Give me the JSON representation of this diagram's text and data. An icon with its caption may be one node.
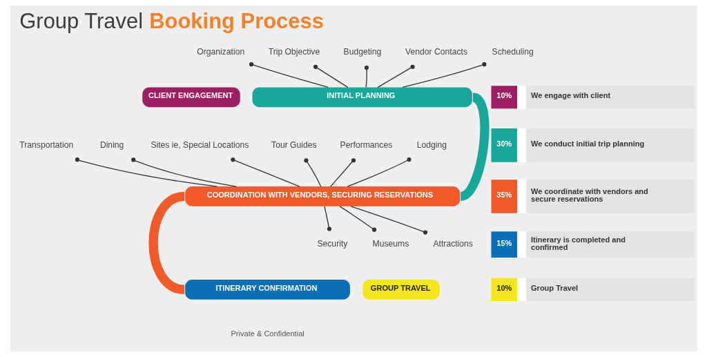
{
  "diagram": {
    "title": "Group Travel **Booking Process**",
    "nodes": [
      {
        "text": [
          "Organization"
        ]
      },
      {
        "text": [
          "Trip Objective"
        ]
      },
      {
        "text": [
          "Budgeting"
        ]
      },
      {
        "text": [
          "Vendor Contacts"
        ]
      },
      {
        "text": [
          "Scheduling"
        ]
      },
      {
        "text": [
          "CLIENT ENGAGEMENT"
        ]
      },
      {
        "text": [
          "INITIAL PLANNING"
        ]
      },
      {
        "text": [
          "Transportation"
        ]
      },
      {
        "text": [
          "Dining"
        ]
      },
      {
        "text": [
          "Sites ie, Special Locations"
        ]
      },
      {
        "text": [
          "Tour Guides"
        ]
      },
      {
        "text": [
          "Performances"
        ]
      },
      {
        "text": [
          "Lodging"
        ]
      },
      {
        "text": [
          "COORDINATION WITH VENDORS, SECURING RESERVATIONS"
        ]
      },
      {
        "text": [
          "Security"
        ]
      },
      {
        "text": [
          "Museums"
        ]
      },
      {
        "text": [
          "Attractions"
        ]
      },
      {
        "text": [
          "ITINERARY CONFIRMATION"
        ]
      },
      {
        "text": [
          "GROUP TRAVEL"
        ]
      }
    ],
    "edges": [
      {
        "from": 0,
        "to": 6,
        "arrow": "other"
      },
      {
        "from": 1,
        "to": 6,
        "arrow": "other"
      },
      {
        "from": 2,
        "to": 6,
        "arrow": "other"
      },
      {
        "from": 3,
        "to": 6,
        "arrow": "other"
      },
      {
        "from": 4,
        "to": 6,
        "arrow": "other"
      },
      {
        "from": 7,
        "to": 13,
        "arrow": "other"
      },
      {
        "from": 8,
        "to": 13,
        "arrow": "other"
      },
      {
        "from": 9,
        "to": 13,
        "arrow": "other"
      },
      {
        "from": 10,
        "to": 13,
        "arrow": "other"
      },
      {
        "from": 11,
        "to": 13,
        "arrow": "other"
      },
      {
        "from": 12,
        "to": 13,
        "arrow": "other"
      },
      {
        "from": 14,
        "to": 13,
        "arrow": "other"
      },
      {
        "from": 15,
        "to": 13,
        "arrow": "other"
      },
      {
        "from": 16,
        "to": 13,
        "arrow": "other"
      },
      {
        "from": 6,
        "to": 13,
        "arrow": "none",
        "style": "thick",
        "color": "#17a89b"
      },
      {
        "from": 13,
        "to": 17,
        "arrow": "none",
        "style": "thick",
        "color": "#f15a2b"
      }
    ],
    "labels": [
      "10%",
      "We engage with client",
      "30%",
      "We conduct initial trip planning",
      "35%",
      "We coordinate with vendors and secure reservations",
      "15%",
      "Itinerary is completed and confirmed",
      "10%",
      "Group Travel",
      "Private & Confidential"
    ]
  }
}
